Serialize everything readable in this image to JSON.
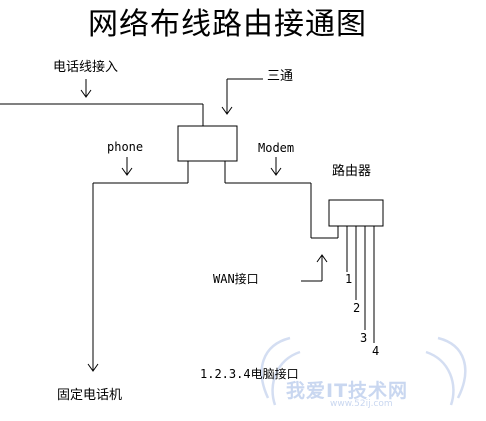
{
  "diagram": {
    "title": "网络布线路由接通图",
    "labels": {
      "phone_line_in": "电话线接入",
      "tee": "三通",
      "phone": "phone",
      "modem": "Modem",
      "router": "路由器",
      "wan_port": "WAN接口",
      "port_numbers": [
        "1",
        "2",
        "3",
        "4"
      ],
      "pc_ports": "1.2.3.4电脑接口",
      "fixed_phone": "固定电话机"
    },
    "watermark": {
      "text": "我爱IT技术网",
      "url": "www.52ij.com"
    }
  }
}
